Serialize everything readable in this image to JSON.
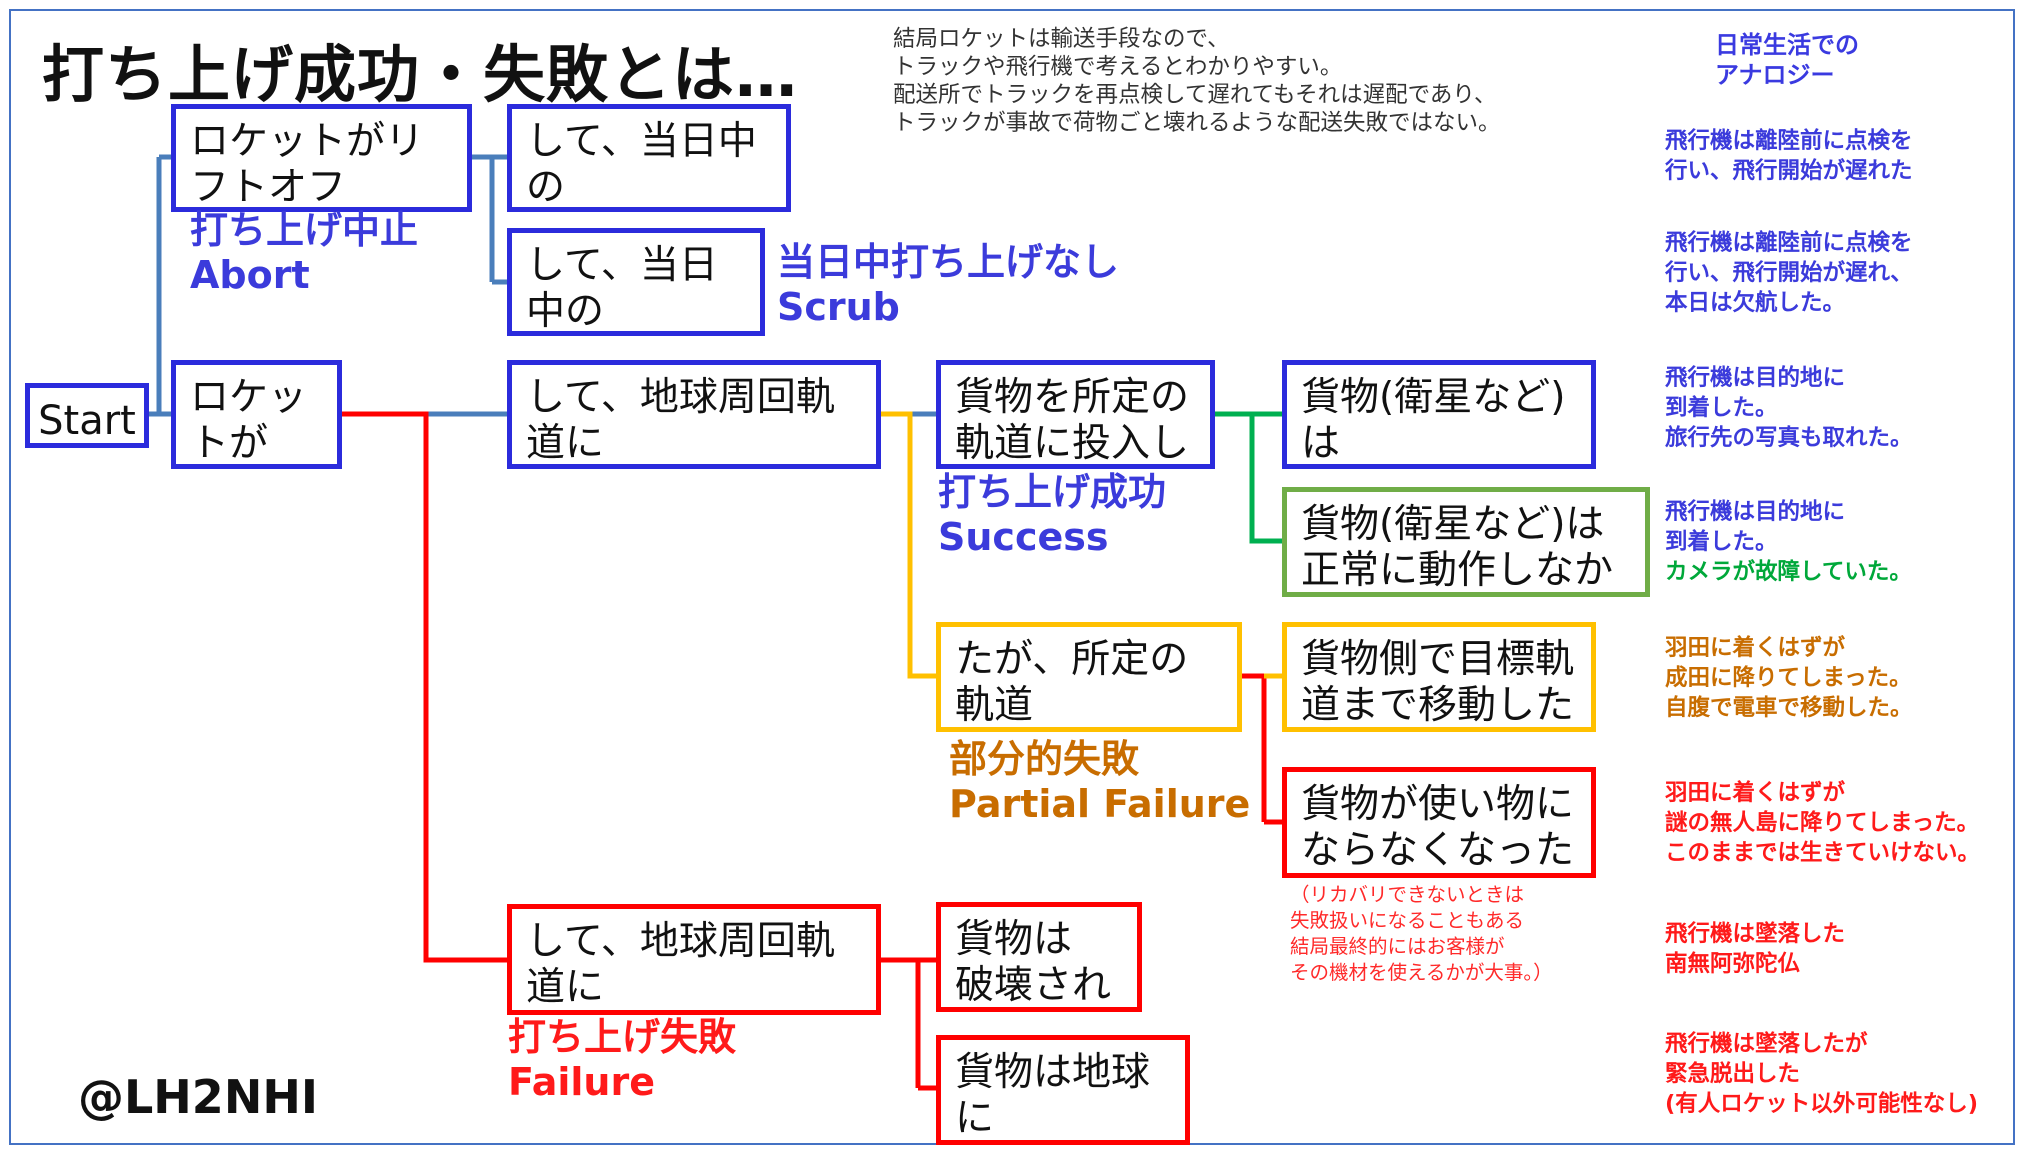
{
  "title": "打ち上げ成功・失敗とは…",
  "explanation": "結局ロケットは輸送手段なので、\nトラックや飛行機で考えるとわかりやすい。\n配送所でトラックを再点検して遅れてもそれは遅配であり、\nトラックが事故で荷物ごと壊れるような配送失敗ではない。",
  "analogy_header": "日常生活での\nアナロジー",
  "nodes": {
    "start": "Start",
    "stop_before_liftoff": "ロケットがリフトオフ\nする前に停止",
    "same_day_retry": "して、当日中の\n打ち上げ再試行",
    "no_launch_today": "して、当日中の\n打ち上げなし",
    "liftoff": "ロケットが\nリフトオフ",
    "orbit_inserted": "して、地球周回軌道に\n投入し、",
    "payload_to_orbit": "貨物を所定の\n軌道に投入した",
    "payload_works": "貨物(衛星など)は\n正常に動作した",
    "payload_not_working": "貨物(衛星など)は\n正常に動作しなかった",
    "off_target_orbit": "たが、所定の軌道\nから外れた",
    "payload_self_move": "貨物側で目標軌\n道まで移動した",
    "payload_unusable": "貨物が使い物に\nならなくなった",
    "orbit_not_inserted": "して、地球周回軌道に\n投入できず",
    "payload_destroyed": "貨物は\n破壊された",
    "payload_returned": "貨物は地球に\n戻ってきた"
  },
  "labels": {
    "abort": "打ち上げ中止\nAbort",
    "scrub": "当日中打ち上げなし\nScrub",
    "success": "打ち上げ成功\nSuccess",
    "partial_failure": "部分的失敗\nPartial Failure",
    "failure": "打ち上げ失敗\nFailure"
  },
  "analogies": {
    "a1": "飛行機は離陸前に点検を\n行い、飛行開始が遅れた",
    "a2": "飛行機は離陸前に点検を\n行い、飛行開始が遅れ、\n本日は欠航した。",
    "a3": "飛行機は目的地に\n到着した。\n旅行先の写真も取れた。",
    "a4a": "飛行機は目的地に\n到着した。",
    "a4b": "カメラが故障していた。",
    "a5": "羽田に着くはずが\n成田に降りてしまった。\n自腹で電車で移動した。",
    "a6": "羽田に着くはずが\n謎の無人島に降りてしまった。\nこのままでは生きていけない。",
    "a7": "飛行機は墜落した\n南無阿弥陀仏",
    "a8": "飛行機は墜落したが\n緊急脱出した\n(有人ロケット以外可能性なし)"
  },
  "recovery_note": "（リカバリできないときは\n失敗扱いになることもある\n結局最終的にはお客様が\nその機材を使えるかが大事。）",
  "handle": "@LH2NHI",
  "colors": {
    "blue_box": "#2b2bdc",
    "blue_line": "#4a7ebb",
    "red": "#ff0000",
    "yellow": "#ffc000",
    "green": "#00b050",
    "orange_text": "#c86d00"
  }
}
